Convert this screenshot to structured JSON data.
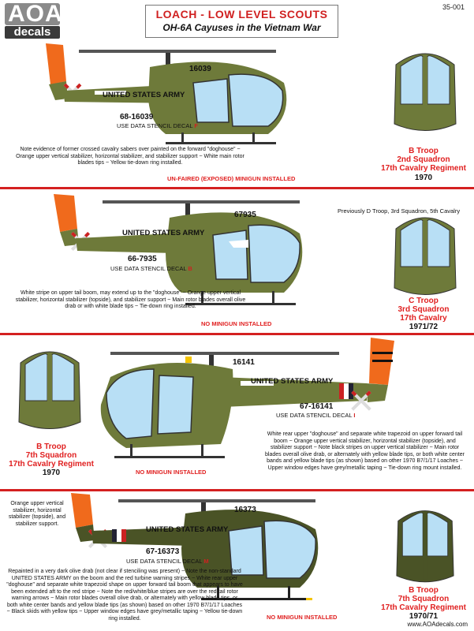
{
  "brand": {
    "top": "AOA",
    "bottom": "decals"
  },
  "catalog_number": "35-001",
  "title": "LOACH - LOW LEVEL SCOUTS",
  "subtitle": "OH-6A Cayuses in the Vietnam War",
  "footer_url": "www.AOAdecals.com",
  "colors": {
    "olive": "#6e7a3a",
    "red": "#e02020",
    "orange": "#f06a1c",
    "glass": "#b8dff5"
  },
  "profiles": [
    {
      "fuselage_number": "16039",
      "boom_text": "UNITED STATES ARMY",
      "serial": "68-16039",
      "stencil_prefix": "USE DATA STENCIL DECAL",
      "stencil_letter": "F",
      "note": "Note evidence of former crossed cavalry sabers over painted on the forward \"doghouse\" ~ Orange upper vertical stabilizer, horizontal stabilizer, and stabilizer support ~ White main rotor blades tips ~ Yellow tie-down ring installed.",
      "minigun": "UN-FAIRED (EXPOSED) MINIGUN INSTALLED",
      "unit": [
        "B Troop",
        "2nd Squadron",
        "17th Cavalry Regiment"
      ],
      "year": "1970"
    },
    {
      "fuselage_number": "67935",
      "boom_text": "UNITED STATES ARMY",
      "serial": "66-7935",
      "stencil_prefix": "USE DATA STENCIL DECAL",
      "stencil_letter": "B",
      "previously": "Previously D Troop, 3rd Squadron, 5th Cavalry",
      "note": "White stripe on upper tail boom, may extend up to the \"doghouse\" ~ Orange upper vertical stabilizer, horizontal stabilizer (topside), and stabilizer support ~ Main rotor blades overall olive drab or with white blade tips ~ Tie-down ring installed.",
      "minigun": "NO MINIGUN INSTALLED",
      "unit": [
        "C Troop",
        "3rd Squadron",
        "17th Cavalry"
      ],
      "year": "1971/72"
    },
    {
      "fuselage_number": "16141",
      "boom_text": "UNITED STATES ARMY",
      "serial": "67-16141",
      "stencil_prefix": "USE DATA STENCIL DECAL",
      "stencil_letter": "I",
      "note": "White rear upper \"doghouse\" and separate white trapezoid on upper forward tail boom ~ Orange upper vertical stabilizer, horizontal stabilizer (topside), and stabilizer support ~ Note black stripes on upper vertical stabilizer ~ Main rotor blades overall olive drab, or alternately with yellow blade tips, or both white center bands and yellow blade tips (as shown) based on other 1970 B7/1/17 Loaches ~ Upper window edges have grey/metallic taping ~ Tie-down ring mount installed.",
      "minigun": "NO MINIGUN INSTALLED",
      "unit": [
        "B Troop",
        "7th Squadron",
        "17th Cavalry Regiment"
      ],
      "year": "1970"
    },
    {
      "fuselage_number": "16373",
      "boom_text": "UNITED STATES ARMY",
      "serial": "67-16373",
      "stencil_prefix": "USE DATA STENCIL DECAL",
      "stencil_letter": "M",
      "side_note": "Orange upper vertical stabilizer, horizontal stabilizer (topside), and stabilizer support.",
      "note": "Repainted in a very dark olive drab (not clear if stenciling was present) ~ Note the non-standard UNITED STATES ARMY on the boom and the red turbine warning stripes ~ White rear upper \"doghouse\" and separate white trapezoid shape on upper forward tail boom that appears to have been extended aft to the red stripe ~ Note the red/white/blue stripes are over the red tail rotor warning arrows ~ Main rotor blades overall olive drab, or alternately with yellow blade tips, or both white center bands and yellow blade tips (as shown) based on other 1970 B7/1/17 Loaches ~ Black skids with yellow tips ~ Upper window edges have grey/metallic taping ~ Yellow tie-down ring installed.",
      "minigun": "NO MINIGUN INSTALLED",
      "unit": [
        "B Troop",
        "7th Squadron",
        "17th Cavalry Regiment"
      ],
      "year": "1970/71"
    }
  ]
}
